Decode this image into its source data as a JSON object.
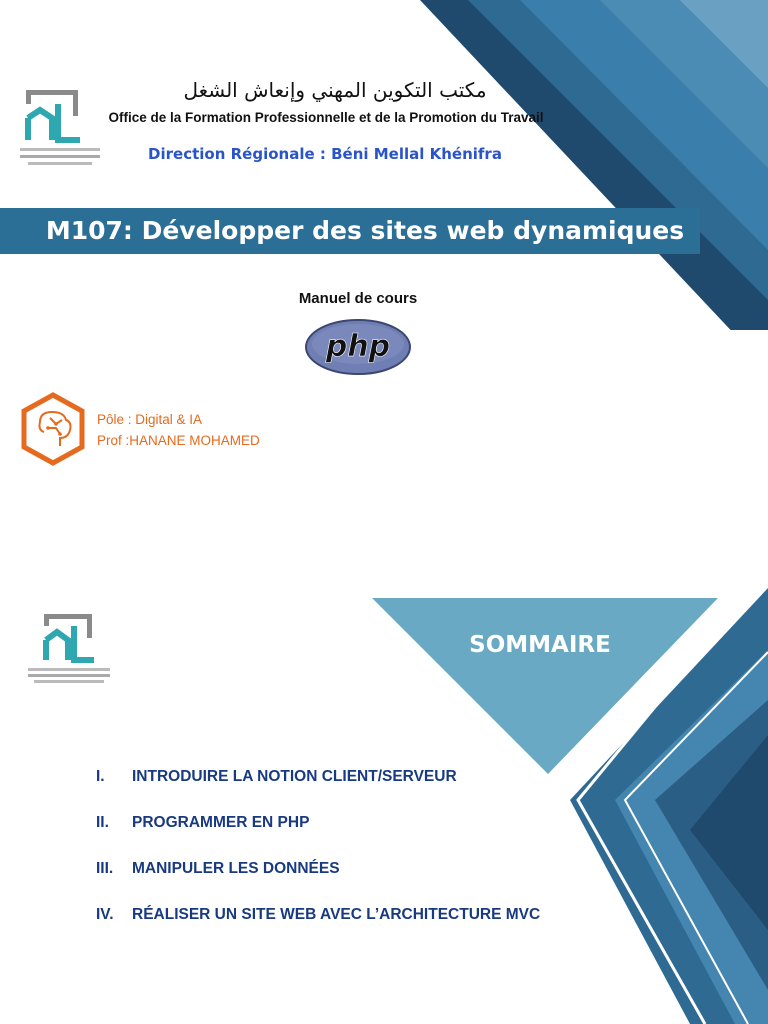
{
  "header": {
    "arabic_title": "مكتب التكوين المهني وإنعاش الشغل",
    "office": "Office de la Formation Professionnelle et de la Promotion du Travail",
    "direction": "Direction Régionale : Béni Mellal Khénifra"
  },
  "banner": {
    "title": "M107: Développer des sites web dynamiques"
  },
  "course": {
    "subtitle": "Manuel de cours",
    "php_logo_text": "php"
  },
  "pole": {
    "label": "Pôle : Digital & IA",
    "prof": "Prof :HANANE  MOHAMED"
  },
  "sommaire": {
    "title": "SOMMAIRE",
    "items": [
      {
        "num": "I.",
        "label": "INTRODUIRE LA NOTION CLIENT/SERVEUR"
      },
      {
        "num": "II.",
        "label": "PROGRAMMER EN PHP"
      },
      {
        "num": "III.",
        "label": "MANIPULER LES DONNÉES"
      },
      {
        "num": "IV.",
        "label": "RÉALISER UN SITE WEB AVEC L’ARCHITECTURE MVC"
      }
    ]
  },
  "colors": {
    "banner": "#2b6e96",
    "dark_blue": "#1f4a6e",
    "light_blue": "#6aa9c4",
    "orange": "#e66a1e",
    "toc_text": "#183a80",
    "direction_text": "#2a55c8"
  },
  "icons": [
    "ofppt-logo",
    "php-logo",
    "brain-logo"
  ]
}
